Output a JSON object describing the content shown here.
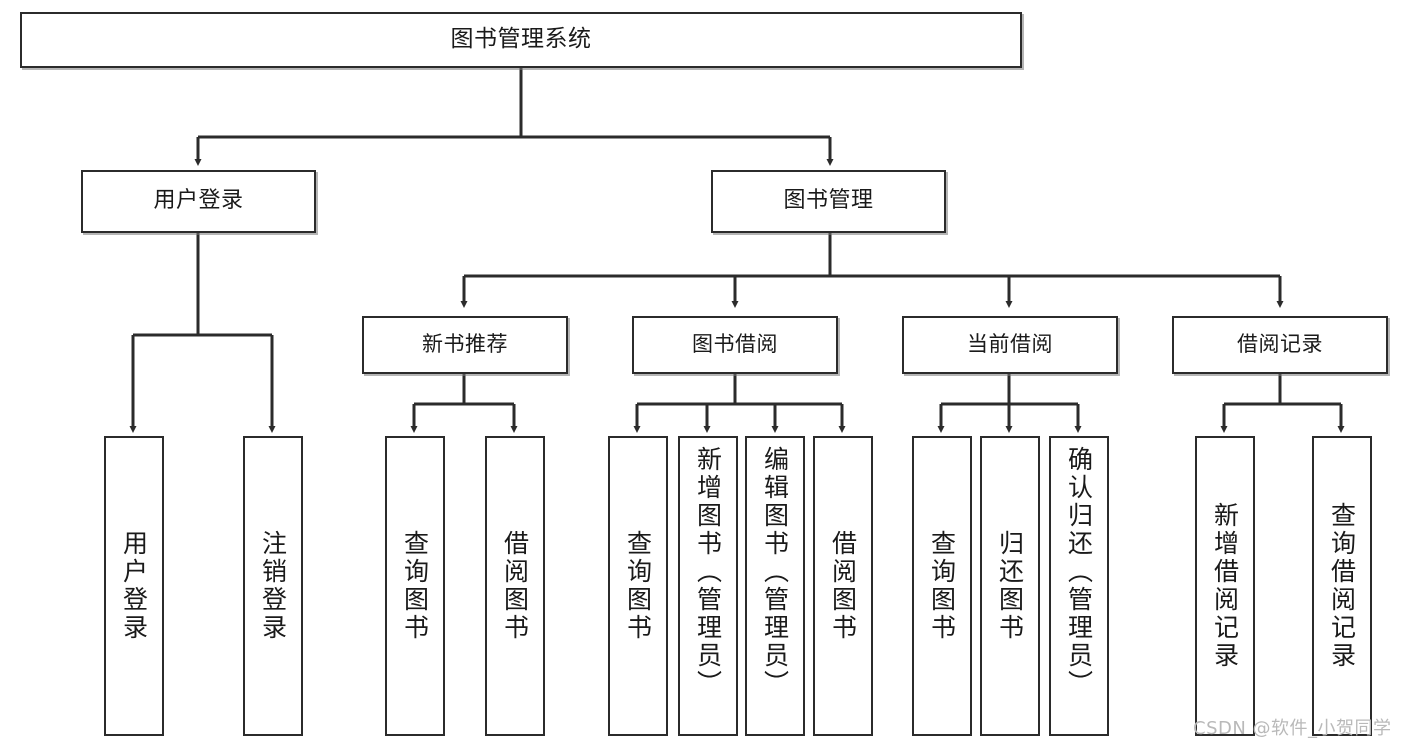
{
  "diagram": {
    "title": "图书管理系统",
    "type": "hierarchy-tree",
    "root": {
      "id": "root",
      "label": "图书管理系统"
    },
    "level2": [
      {
        "id": "user-login",
        "label": "用户登录"
      },
      {
        "id": "book-manage",
        "label": "图书管理"
      }
    ],
    "level3": [
      {
        "id": "new-book-rec",
        "label": "新书推荐"
      },
      {
        "id": "book-borrow",
        "label": "图书借阅"
      },
      {
        "id": "current-borrow",
        "label": "当前借阅"
      },
      {
        "id": "borrow-record",
        "label": "借阅记录"
      }
    ],
    "leaves": {
      "user_login": [
        {
          "id": "leaf-user-login",
          "label": "用户登录"
        },
        {
          "id": "leaf-logout-login",
          "label": "注销登录"
        }
      ],
      "new_book_rec": [
        {
          "id": "leaf-query-book-1",
          "label": "查询图书"
        },
        {
          "id": "leaf-borrow-book-1",
          "label": "借阅图书"
        }
      ],
      "book_borrow": [
        {
          "id": "leaf-query-book-2",
          "label": "查询图书"
        },
        {
          "id": "leaf-add-book",
          "label": "新增图书（管理员）"
        },
        {
          "id": "leaf-edit-book",
          "label": "编辑图书（管理员）"
        },
        {
          "id": "leaf-borrow-book-2",
          "label": "借阅图书"
        }
      ],
      "current_borrow": [
        {
          "id": "leaf-query-book-3",
          "label": "查询图书"
        },
        {
          "id": "leaf-return-book",
          "label": "归还图书"
        },
        {
          "id": "leaf-confirm-return",
          "label": "确认归还（管理员）"
        }
      ],
      "borrow_record": [
        {
          "id": "leaf-add-record",
          "label": "新增借阅记录"
        },
        {
          "id": "leaf-query-record",
          "label": "查询借阅记录"
        }
      ]
    },
    "colors": {
      "stroke": "#2b2b2b",
      "fill": "#ffffff",
      "text": "#1a1a1a",
      "watermark": "#b9b9b9"
    }
  },
  "watermark": {
    "text": "CSDN @软件_小贺同学"
  }
}
